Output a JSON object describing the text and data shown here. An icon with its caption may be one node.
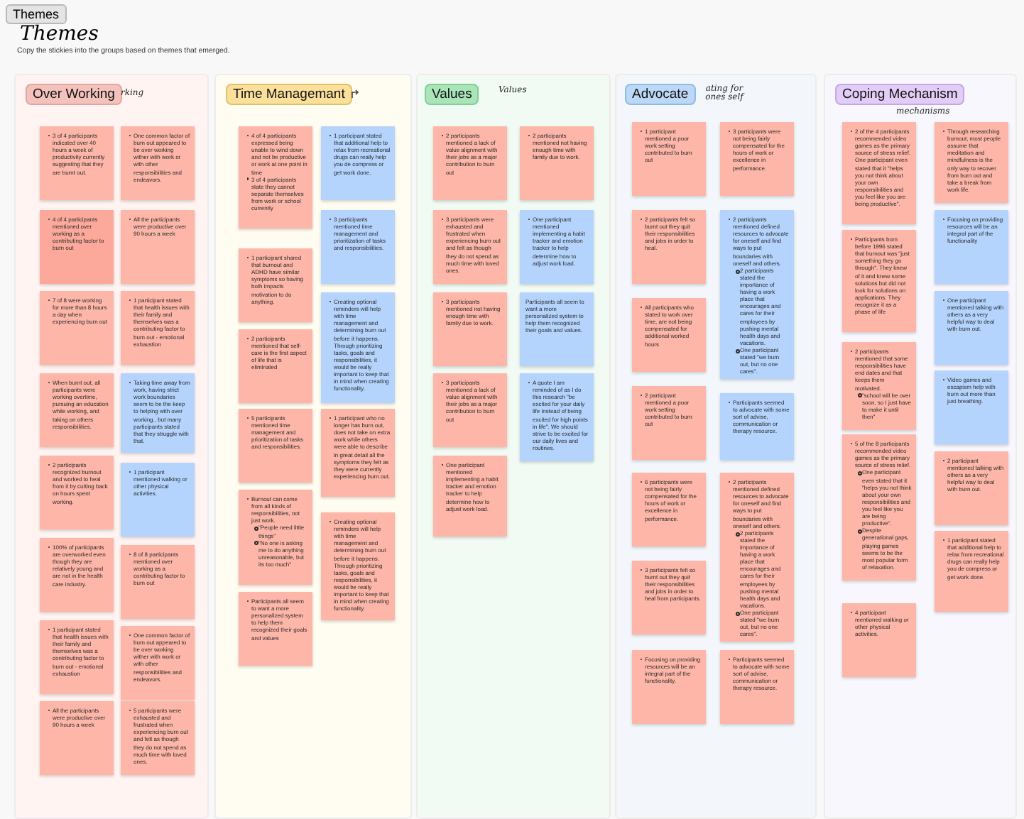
{
  "diagram": {
    "title": "Themes",
    "caption": "Copy the stickies into the groups based on themes that emerged.",
    "labels": [
      "Themes"
    ],
    "nodes": [
      {
        "text": [
          "Over Working"
        ],
        "beside": [
          "rking"
        ]
      },
      {
        "text": [
          "3 of 4 participants indicated over 40 hours a week of productivity currently suggesting that they are burnt out."
        ],
        "in": 0
      },
      {
        "text": [
          "One common factor of burn out appeared to be over working wither with work or with other responsibilities and endeavors."
        ],
        "in": 0
      },
      {
        "text": [
          "4 of 4 participants mentioned over working as a contributing factor to burn out"
        ],
        "in": 0
      },
      {
        "text": [
          "All the participants were productive over 90 hours a week"
        ],
        "in": 0
      },
      {
        "text": [
          "7 of 8 were working for more than 8 hours a day when experiencing burn out"
        ],
        "in": 0
      },
      {
        "text": [
          "1 participant stated that health issues with their family and themselves was a contributing factor to burn out - emotional exhaustion"
        ],
        "in": 0
      },
      {
        "text": [
          "When burnt out, all participants were working overtime, pursuing an education while working, and taking on others responsibilities."
        ],
        "in": 0
      },
      {
        "text": [
          "Taking time away from work, having strict work boundaries seem to be the keep to helping with over working., but many participants stated that they struggle with that."
        ],
        "in": 0
      },
      {
        "text": [
          "2 participants recognized burnout and worked to heal from it by cutting back on hours spent working."
        ],
        "in": 0
      },
      {
        "text": [
          "1 participant mentioned walking or other physical activities."
        ],
        "in": 0
      },
      {
        "text": [
          "100% of participants are overworked even though they are relatively young and are not in the health care industry."
        ],
        "in": 0
      },
      {
        "text": [
          "8 of 8 participants mentioned over working as a contributing factor to burn out"
        ],
        "in": 0
      },
      {
        "text": [
          "1 participant stated that health issues with their family and themselves was a contributing factor to burn out - emotional exhaustion"
        ],
        "in": 0
      },
      {
        "text": [
          "One common factor of burn out appeared to be over working wither with work or with other responsibilities and endeavors."
        ],
        "in": 0
      },
      {
        "text": [
          "All the participants were productive over 90 hours a week"
        ],
        "in": 0
      },
      {
        "text": [
          "5 participants were exhausted and frustrated when experiencing burn out and felt as though they do not spend as much time with loved ones."
        ],
        "in": 0
      },
      {
        "text": [
          "Time Managemant"
        ]
      },
      {
        "text": [
          "4 of 4 participants expressed being unable to wind down and not be productive or work at one point in time",
          "3 of 4 participants state they cannot separate themselves from work or school currently"
        ],
        "in": 17
      },
      {
        "text": [
          "1 participant stated that additional help to relax from recreational drugs can really help you de compress or get work done."
        ],
        "in": 17
      },
      {
        "text": [
          "3 participants mentioned time management and prioritization of tasks and responsibilities."
        ],
        "in": 17
      },
      {
        "text": [
          "1 participant shared that burnout and ADHD have similar symptoms so having both impacts motivation to do anything."
        ],
        "in": 17
      },
      {
        "text": [
          "Creating optional reminders will help with time management and determining burn out before it happens. Through prioritizing tasks, goals and responsibilities, it would be really important to keep that in mind when creating functionality."
        ],
        "in": 17
      },
      {
        "text": [
          "2 participants mentioned that self-care is the first aspect of life that is eliminated"
        ],
        "in": 17
      },
      {
        "text": [
          "5 participants mentioned time management and prioritization of tasks and responsibilities."
        ],
        "in": 17
      },
      {
        "text": [
          "1 participant who no longer has burn out, does not take on extra work while others were able to describe in great detail all the symptoms they felt as they were currently experiencing burn out."
        ],
        "in": 17
      },
      {
        "text": [
          "Burnout can come from all kinds of responsibilities, not just work.",
          "\"People need little things\"",
          "\"No one is asking me to do anything unreasonable, but its too much\""
        ],
        "in": 17
      },
      {
        "text": [
          "Creating optional reminders will help with time management and determining burn out before it happens. Through prioritizing tasks, goals and responsibilities, it would be really important to keep that in mind when creating functionality."
        ],
        "in": 17
      },
      {
        "text": [
          "Participants all seem to want a more personalized system to help them recognized their goals and values"
        ],
        "in": 17
      },
      {
        "text": [
          "Values"
        ],
        "beside": [
          "Values"
        ]
      },
      {
        "text": [
          "2 participants mentioned a lack of value alignment with their jobs as a major contribution to burn out"
        ],
        "in": 29
      },
      {
        "text": [
          "2 participants mentioned not having enough time with family due to work."
        ],
        "in": 29
      },
      {
        "text": [
          "3 participants were exhausted and frustrated when experiencing burn out and felt as though they do not spend as much time with loved ones."
        ],
        "in": 29
      },
      {
        "text": [
          "One participant mentioned implementing a habit tracker and emotion tracker to help determine how to adjust work load."
        ],
        "in": 29
      },
      {
        "text": [
          "3 participants mentioned not having enough time with family due to work."
        ],
        "in": 29
      },
      {
        "text": [
          "Participants all seem to want a more personalized system to help them recognized their goals and values."
        ],
        "in": 29
      },
      {
        "text": [
          "3 participants mentioned a lack of value alignment with their jobs as a major contribution to burn out"
        ],
        "in": 29
      },
      {
        "text": [
          "A quote I am reminded of as I do this research \"be excited for your daily life instead of being excited for high points in life\". We should strive to be excited for our daily lives and routines."
        ],
        "in": 29
      },
      {
        "text": [
          "One participant mentioned implementing a habit tracker and emotion tracker to help determine how to adjust work load."
        ],
        "in": 29
      },
      {
        "text": [
          "Advocate"
        ],
        "beside": [
          "ating for ones self"
        ]
      },
      {
        "text": [
          "1 participant mentioned a poor work setting contributed to burn out"
        ],
        "in": 39
      },
      {
        "text": [
          "3 participants were not being fairly compensated for the hours of work or excellence in performance."
        ],
        "in": 39
      },
      {
        "text": [
          "2 participants felt so burnt out they quit their responsibilities and jobs in order to heal."
        ],
        "in": 39
      },
      {
        "text": [
          "2 participants mentioned defined resources to advocate for oneself and find ways to put boundaries with oneself and others.",
          "2 participants stated the importance of having a work place that encourages and cares for their employees by pushing mental health days and vacations.",
          "One participant stated \"we burn out, but no one cares\"."
        ],
        "in": 39
      },
      {
        "text": [
          "All participants who stated to work over time, are not being compensated for additional worked hours"
        ],
        "in": 39
      },
      {
        "text": [
          "2 participant mentioned a poor work setting contributed to burn out"
        ],
        "in": 39
      },
      {
        "text": [
          "Participants seemed to advocate with some sort of advise, communication or therapy resource."
        ],
        "in": 39
      },
      {
        "text": [
          "6 participants were not being fairly compensated for the hours of work or excellence in performance."
        ],
        "in": 39
      },
      {
        "text": [
          "2 participants mentioned defined resources to advocate for oneself and find ways to put boundaries with oneself and others.",
          "2 participants stated the importance of having a work place that encourages and cares for their employees by pushing mental health days and vacations.",
          "One participant stated \"we burn out, but no one cares\"."
        ],
        "in": 39
      },
      {
        "text": [
          "3 participants felt so burnt out they quit their responsibilities and jobs in order to heal from participants."
        ],
        "in": 39
      },
      {
        "text": [
          "Focusing on providing resources will be an integral part of the functionality."
        ],
        "in": 39
      },
      {
        "text": [
          "Participants seemed to advocate with some sort of advise, communication or therapy resource."
        ],
        "in": 39
      },
      {
        "text": [
          "Coping Mechanism"
        ],
        "beside": [
          "mechanisms"
        ]
      },
      {
        "text": [
          "2 of the 4 participants recommended video games as the primary source of stress relief. One participant even stated that it \"helps you not think about your own responsibilities and you feel like you are being productive\"."
        ],
        "in": 52
      },
      {
        "text": [
          "Through researching burnout, most people assume that meditation and mindfulness is the only way to recover from burn out and take a break from work life."
        ],
        "in": 52
      },
      {
        "text": [
          "Participants born before 1996 stated that burnout was \"just something they go through\". They knew of it and knew some solutions but did not look for solutions on applications. They recognize it as a phase of life"
        ],
        "in": 52
      },
      {
        "text": [
          "Focusing on providing resources will be an integral part of the functionality"
        ],
        "in": 52
      },
      {
        "text": [
          "One participant mentioned talking with others as a very helpful way to deal with burn out."
        ],
        "in": 52
      },
      {
        "text": [
          "2 participants mentioned that some responsibilities have end dates and that keeps them motivated.",
          "\"school will be over soon, so I just have to make it until then\""
        ],
        "in": 52
      },
      {
        "text": [
          "Video games and escapism help with burn out more than just breathing."
        ],
        "in": 52
      },
      {
        "text": [
          "5 of the 8 participants recommended video games as the primary source of stress relief.",
          "One participant even stated that it \"helps you not think about your own responsibilities and you feel like you are being productive\".",
          "Despite generational gaps, playing games seems to be the most popular form of relaxation."
        ],
        "in": 52
      },
      {
        "text": [
          "2 participant mentioned talking with others as a very helpful way to deal with burn out."
        ],
        "in": 52
      },
      {
        "text": [
          "1 participant stated that additional help to relax from recreational drugs can really help you de compress or get work done."
        ],
        "in": 52
      },
      {
        "text": [
          "4 participant mentioned walking or other physical activities."
        ],
        "in": 52
      }
    ]
  }
}
